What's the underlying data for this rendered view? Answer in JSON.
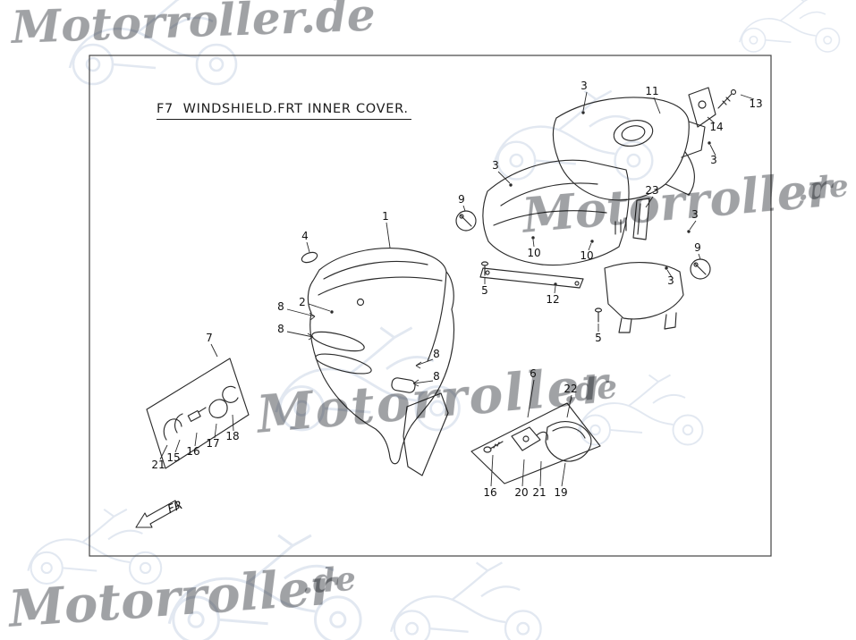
{
  "page": {
    "title": "F7  WINDSHIELD.FRT INNER COVER.",
    "direction_label": "FR"
  },
  "watermarks": {
    "top_left": "Motorroller.de",
    "mid_right": "Motorroller",
    "mid_right_suffix": ".de",
    "center": "Motorroller",
    "center_suffix": ".de",
    "bottom_left": "Motorroller",
    "bottom_left_suffix": ".de"
  },
  "colors": {
    "line": "#2b2b2b",
    "frame": "#444444",
    "watermark_text": "#8f9195",
    "watermark_sketch": "#b3c3d9",
    "background": "#ffffff"
  },
  "callouts": [
    {
      "label": "3"
    },
    {
      "label": "11"
    },
    {
      "label": "13"
    },
    {
      "label": "14"
    },
    {
      "label": "3"
    },
    {
      "label": "3"
    },
    {
      "label": "9"
    },
    {
      "label": "23"
    },
    {
      "label": "3"
    },
    {
      "label": "1"
    },
    {
      "label": "4"
    },
    {
      "label": "10"
    },
    {
      "label": "10"
    },
    {
      "label": "9"
    },
    {
      "label": "3"
    },
    {
      "label": "5"
    },
    {
      "label": "12"
    },
    {
      "label": "2"
    },
    {
      "label": "8"
    },
    {
      "label": "8"
    },
    {
      "label": "5"
    },
    {
      "label": "7"
    },
    {
      "label": "8"
    },
    {
      "label": "8"
    },
    {
      "label": "6"
    },
    {
      "label": "22"
    },
    {
      "label": "21"
    },
    {
      "label": "15"
    },
    {
      "label": "16"
    },
    {
      "label": "17"
    },
    {
      "label": "18"
    },
    {
      "label": "16"
    },
    {
      "label": "20"
    },
    {
      "label": "21"
    },
    {
      "label": "19"
    }
  ]
}
